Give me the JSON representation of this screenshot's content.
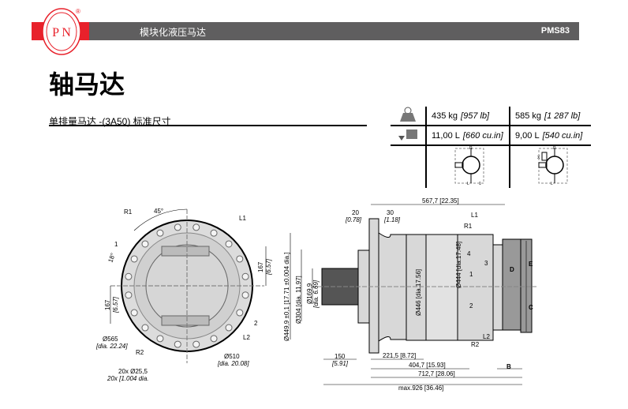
{
  "header": {
    "logo_text": "PN",
    "section": "模块化液压马达",
    "code": "PMS83"
  },
  "title": "轴马达",
  "subtitle": "单排量马达 -(3A50) 标准尺寸",
  "spec_table": {
    "weight": {
      "icon": "weight-icon",
      "a": "435 kg",
      "a_imp": "[957 lb]",
      "b": "585 kg",
      "b_imp": "[1 287 lb]"
    },
    "oil": {
      "icon": "oil-can-icon",
      "a": "11,00 L",
      "a_imp": "[660 cu.in]",
      "b": "9,00 L",
      "b_imp": "[540 cu.in]"
    },
    "schematic_labels": {
      "r": "R",
      "l": "L",
      "one": "1",
      "x": "X"
    }
  },
  "front_view": {
    "r1": "R1",
    "l1": "L1",
    "r2": "R2",
    "l2": "L2",
    "angle45": "45°",
    "angle18": "18°",
    "n1": "1",
    "n2": "2",
    "d167a": "167",
    "d167a_imp": "[6.57]",
    "d167b": "167",
    "d167b_imp": "[6.57]",
    "d565": "Ø565",
    "d565_imp": "[dia. 22.24]",
    "d510": "Ø510",
    "d510_imp": "[dia. 20.08]",
    "holes": "20x Ø25,5",
    "holes_imp": "20x [1.004 dia."
  },
  "side_view": {
    "d567": "567,7 [22.35]",
    "d20": "20",
    "d20_imp": "[0.78]",
    "d30": "30",
    "d30_imp": "[1.18]",
    "l1": "L1",
    "r1": "R1",
    "r2": "R2",
    "l2": "L2",
    "n1": "1",
    "n2": "2",
    "n3": "3",
    "n4": "4",
    "D": "D",
    "E": "E",
    "C": "C",
    "B": "B",
    "d449": "Ø449,9 ±0,1 [17.71 ±0.004 dia.]",
    "d304": "Ø304 [dia. 11.97]",
    "d169": "Ø169,9",
    "d169_imp": "[dia. 6.69]",
    "d446": "Ø446 [dia.17.56]",
    "d444": "Ø444 [dia.17.48]",
    "d150": "150",
    "d150_imp": "[5.91]",
    "d221": "221,5 [8.72]",
    "d404": "404,7 [15.93]",
    "d712": "712,7 [28.06]",
    "dmax": "max.926 [36.46]"
  }
}
